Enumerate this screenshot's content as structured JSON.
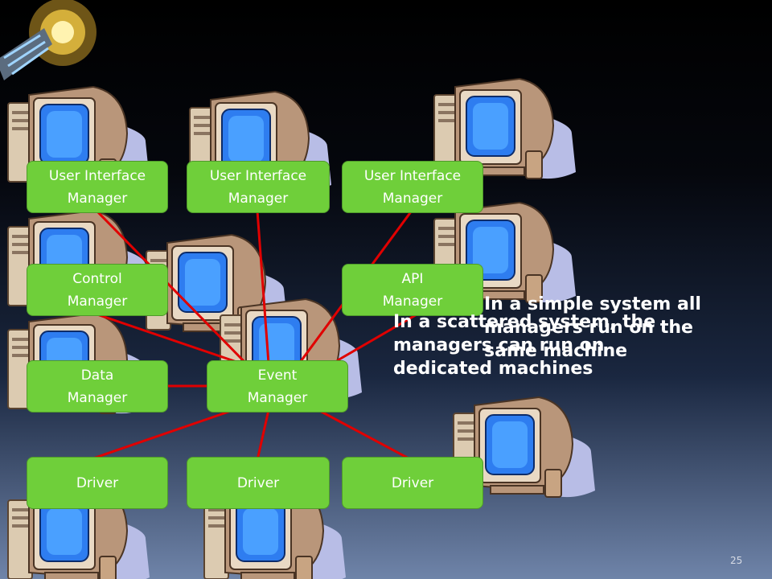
{
  "managers": {
    "ui1": [
      "User Interface",
      "Manager"
    ],
    "ui2": [
      "User Interface",
      "Manager"
    ],
    "ui3": [
      "User Interface",
      "Manager"
    ],
    "control": [
      "Control",
      "Manager"
    ],
    "api": [
      "API",
      "Manager"
    ],
    "data": [
      "Data",
      "Manager"
    ],
    "event": [
      "Event",
      "Manager"
    ],
    "driver1": "Driver",
    "driver2": "Driver",
    "driver3": "Driver"
  },
  "notes": {
    "simple": "In a simple system all managers run on the same machine",
    "scattered": "In a scattered system, the managers can run on dedicated machines"
  },
  "slide_number": "25",
  "colors": {
    "box_fill": "#6fcf3a",
    "connector": "#e00000",
    "background_top": "#000000",
    "background_bottom": "#6f84a9"
  },
  "icons": [
    "computer-icon",
    "satellite-icon"
  ]
}
